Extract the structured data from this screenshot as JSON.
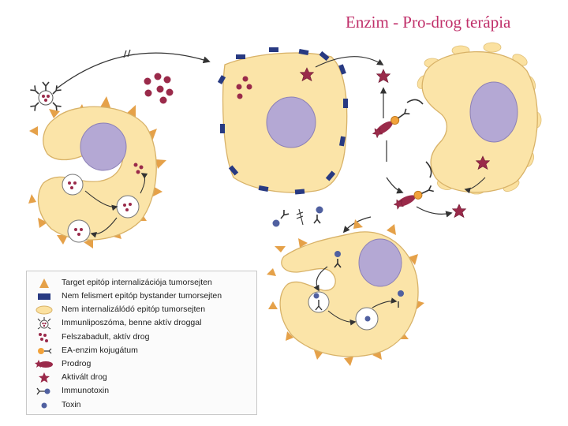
{
  "title": "Enzim - Pro-drog terápia",
  "colors": {
    "cell_fill": "#fbe4a8",
    "cell_stroke": "#d8b268",
    "nucleus_fill": "#b4a8d4",
    "target_epitope": "#e5a149",
    "bystander_epitope": "#283a82",
    "drug": "#9a2a4a",
    "enzyme": "#f2a23a",
    "immunotoxin": "#5060a0",
    "title": "#c0306a"
  },
  "legend": [
    {
      "icon": "orange-triangle-icon",
      "text": "Target epitóp internalizációja tumorsejten"
    },
    {
      "icon": "blue-rectangle-icon",
      "text": "Nem felismert epitóp bystander tumorsejten"
    },
    {
      "icon": "yellow-oval-icon",
      "text": "Nem internalizálódó epitóp tumorsejten"
    },
    {
      "icon": "immunoliposome-icon",
      "text": "Immunliposzóma, benne aktív droggal"
    },
    {
      "icon": "released-drug-dots-icon",
      "text": "Felszabadult, aktív drog"
    },
    {
      "icon": "enzyme-conjugate-icon",
      "text": "EA-enzim kojugátum"
    },
    {
      "icon": "prodrug-icon",
      "text": "Prodrog"
    },
    {
      "icon": "activated-drug-star-icon",
      "text": "Aktivált drog"
    },
    {
      "icon": "immunotoxin-icon",
      "text": "Immunotoxin"
    },
    {
      "icon": "toxin-dot-icon",
      "text": "Toxin"
    }
  ]
}
